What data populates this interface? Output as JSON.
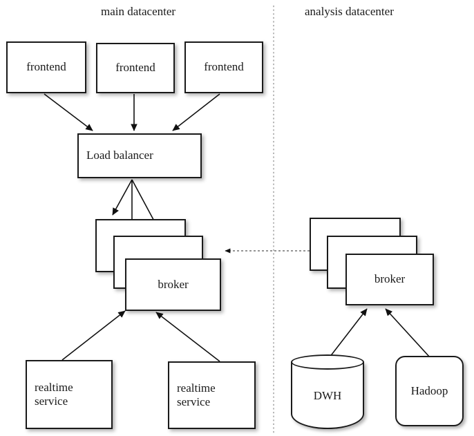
{
  "diagram": {
    "title_main": "main datacenter",
    "title_analysis": "analysis datacenter",
    "divider": "vertical-dashed-divider",
    "colors": {
      "stroke": "#1a1a1a",
      "fill": "#ffffff",
      "background": "#ffffff",
      "divider": "#999999",
      "dashed_edge": "#555555"
    }
  },
  "main_datacenter": {
    "frontends": [
      {
        "label": "frontend"
      },
      {
        "label": "frontend"
      },
      {
        "label": "frontend"
      }
    ],
    "load_balancer": {
      "label": "Load balancer"
    },
    "broker_stack": {
      "label": "broker",
      "count": 3
    },
    "realtime_services": [
      {
        "label": "realtime\nservice"
      },
      {
        "label": "realtime\nservice"
      }
    ]
  },
  "analysis_datacenter": {
    "broker_stack": {
      "label": "broker",
      "count": 3
    },
    "dwh": {
      "label": "DWH",
      "shape": "cylinder"
    },
    "hadoop": {
      "label": "Hadoop",
      "shape": "rounded-rectangle"
    }
  },
  "edges": {
    "frontend_to_lb": 3,
    "lb_to_brokers": 3,
    "realtime_to_broker": 2,
    "storage_to_broker": 2,
    "analysis_broker_to_main_broker": {
      "style": "dashed",
      "direction": "right-to-left"
    }
  }
}
